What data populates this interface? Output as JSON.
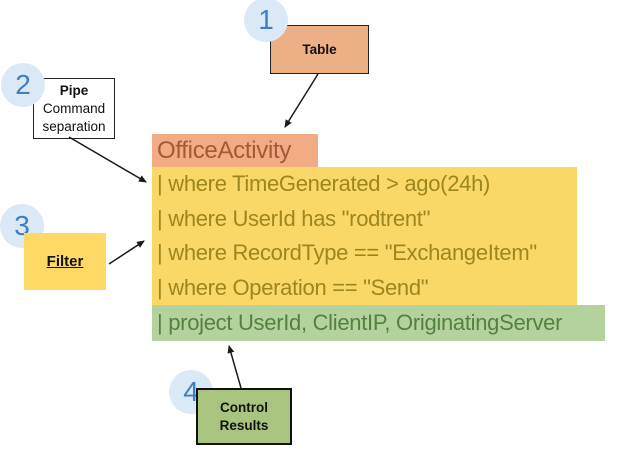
{
  "callouts": {
    "c1": {
      "number": "1",
      "box_label": "Table"
    },
    "c2": {
      "number": "2",
      "box_title": "Pipe",
      "box_line2": "Command",
      "box_line3": "separation"
    },
    "c3": {
      "number": "3",
      "box_label": "Filter"
    },
    "c4": {
      "number": "4",
      "box_line1": "Control",
      "box_line2": "Results"
    }
  },
  "query": {
    "table_line": "OfficeActivity",
    "filter_lines": [
      "| where TimeGenerated > ago(24h)",
      "| where UserId has \"rodtrent\"",
      "| where RecordType == \"ExchangeItem\"",
      "| where Operation == \"Send\""
    ],
    "project_line": "| project UserId, ClientIP, OriginatingServer"
  },
  "colors": {
    "table_box_fill": "#EDAF85",
    "table_highlight": "#F1AC86",
    "table_text": "#A15C35",
    "filter_highlight": "#FAD868",
    "filter_text": "#9D861E",
    "filter_box_fill": "#FFD966",
    "project_highlight": "#B3D29E",
    "project_text": "#55813E",
    "control_box_fill": "#A9C47F",
    "callout_circle_fill": "#DBE8F6",
    "callout_number_color": "#3F7EC7",
    "arrow_color": "#1a1a1a"
  }
}
